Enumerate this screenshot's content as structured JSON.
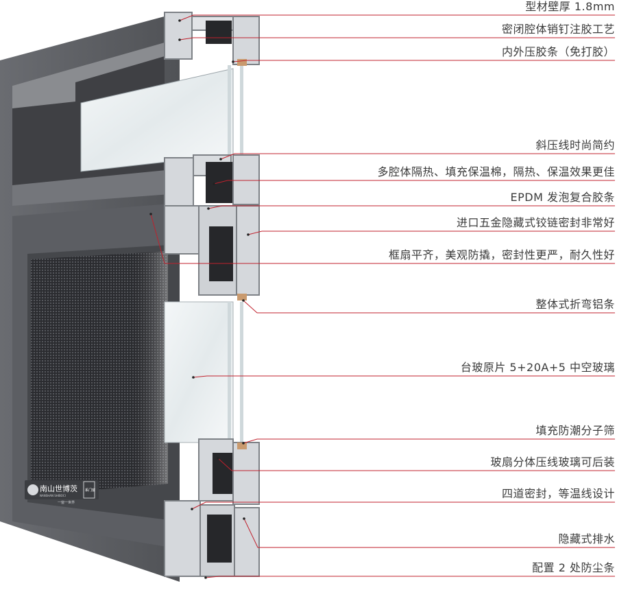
{
  "brand": {
    "name": "南山世博茨",
    "sub": "NANSHAN SHIBOCI",
    "slogan": "一窗一世界",
    "badge": "系门窗"
  },
  "colors": {
    "frame": "#5f6166",
    "frame_dark": "#4a4c50",
    "profile": "#d6d9dd",
    "leader": "#c0202c"
  },
  "callouts": [
    {
      "label": "型材壁厚 1.8mm"
    },
    {
      "label": "密闭腔体销钉注胶工艺"
    },
    {
      "label": "内外压胶条（免打胶）"
    },
    {
      "label": "斜压线时尚简约"
    },
    {
      "label": "多腔体隔热、填充保温棉，隔热、保温效果更佳"
    },
    {
      "label": "EPDM 发泡复合胶条"
    },
    {
      "label": "进口五金隐藏式铰链密封非常好"
    },
    {
      "label": "框扇平齐，美观防撬，密封性更严，耐久性好"
    },
    {
      "label": "整体式折弯铝条"
    },
    {
      "label": "台玻原片 5+20A+5 中空玻璃"
    },
    {
      "label": "填充防潮分子筛"
    },
    {
      "label": "玻扇分体压线玻璃可后装"
    },
    {
      "label": "四道密封，等温线设计"
    },
    {
      "label": "隐藏式排水"
    },
    {
      "label": "配置 2 处防尘条"
    }
  ]
}
